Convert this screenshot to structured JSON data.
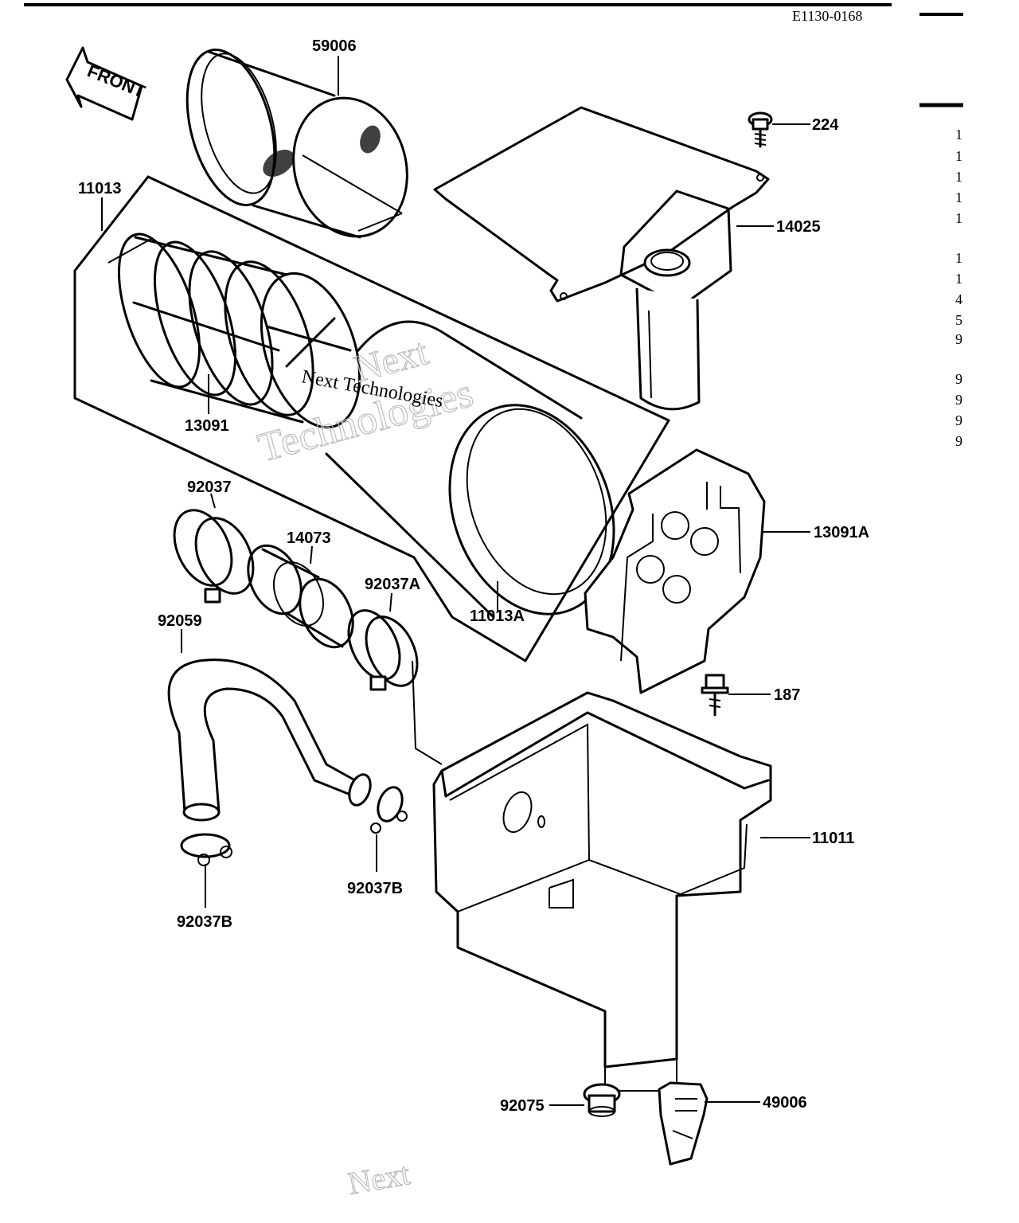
{
  "header": {
    "diagram_code": "E1130-0168"
  },
  "front_arrow": {
    "label": "FRONT"
  },
  "watermark": {
    "line1": "Next",
    "line2": "Technologies",
    "line3": "Next Technologies",
    "bottom": "Next"
  },
  "parts": {
    "p59006": "59006",
    "p224": "224",
    "p11013": "11013",
    "p14025": "14025",
    "p13091": "13091",
    "p92037": "92037",
    "p14073": "14073",
    "p13091A": "13091A",
    "p92037A": "92037A",
    "p11013A": "11013A",
    "p92059": "92059",
    "p187": "187",
    "p11011": "11011",
    "p92037B_left": "92037B",
    "p92037B_right": "92037B",
    "p92075": "92075",
    "p49006": "49006"
  },
  "side_list": [
    "1",
    "1",
    "1",
    "1",
    "1",
    "1",
    "1",
    "4",
    "5",
    "9",
    "9",
    "9",
    "9",
    "9"
  ]
}
